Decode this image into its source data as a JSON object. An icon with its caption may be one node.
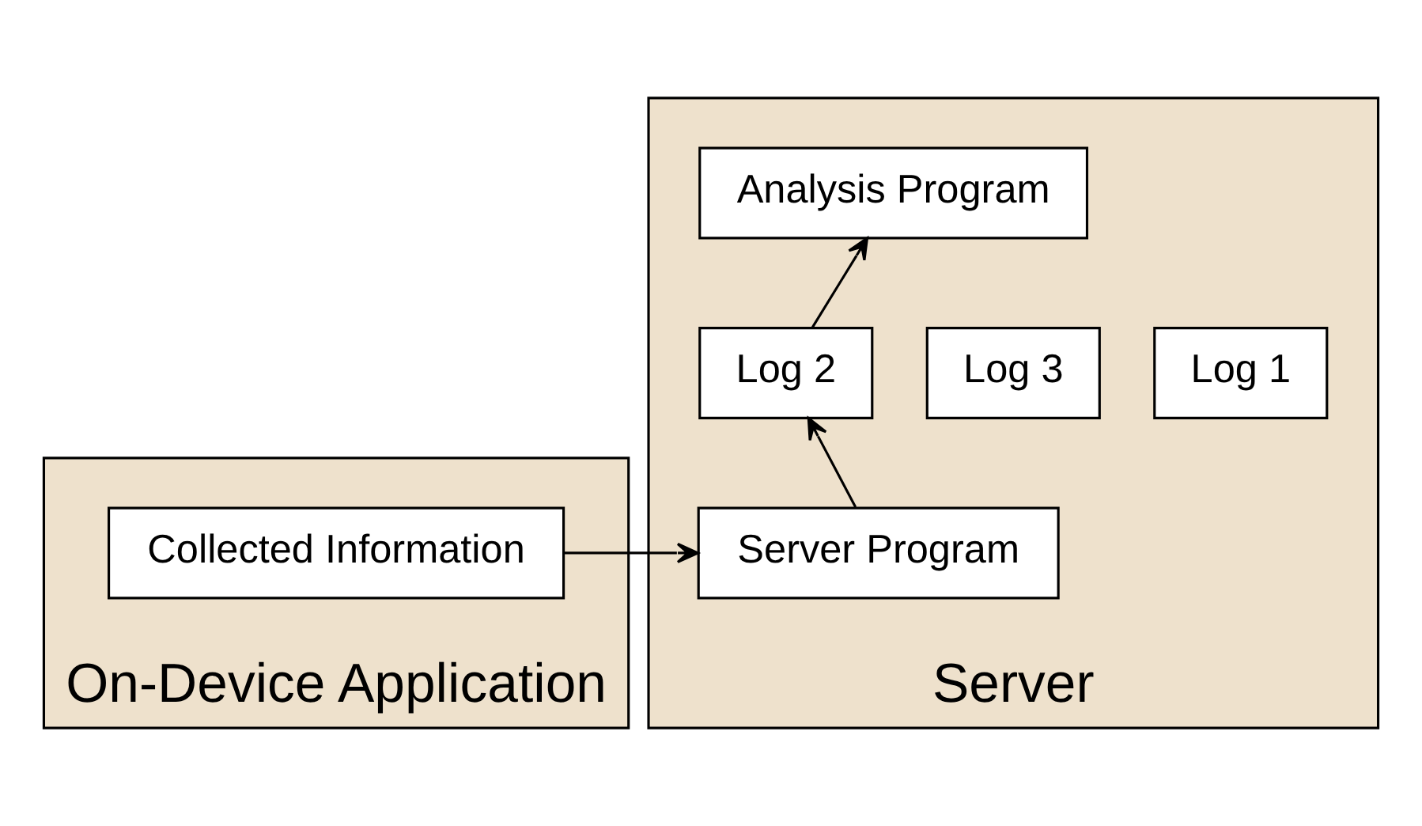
{
  "diagram": {
    "nodes": [
      {
        "text": [
          "On-Device Application"
        ]
      },
      {
        "text": [
          "Collected Information"
        ],
        "in": 0
      },
      {
        "text": [
          "Server"
        ]
      },
      {
        "text": [
          "Analysis Program"
        ],
        "in": 2
      },
      {
        "text": [
          "Log 1"
        ],
        "in": 2
      },
      {
        "text": [
          "Log 2"
        ],
        "in": 2
      },
      {
        "text": [
          "Log 3"
        ],
        "in": 2
      },
      {
        "text": [
          "Server Program"
        ],
        "in": 2
      }
    ],
    "edges": [
      {
        "from": 1,
        "to": 7,
        "arrow": "to"
      },
      {
        "from": 7,
        "to": 5,
        "arrow": "to"
      },
      {
        "from": 5,
        "to": 3,
        "arrow": "to"
      }
    ]
  }
}
